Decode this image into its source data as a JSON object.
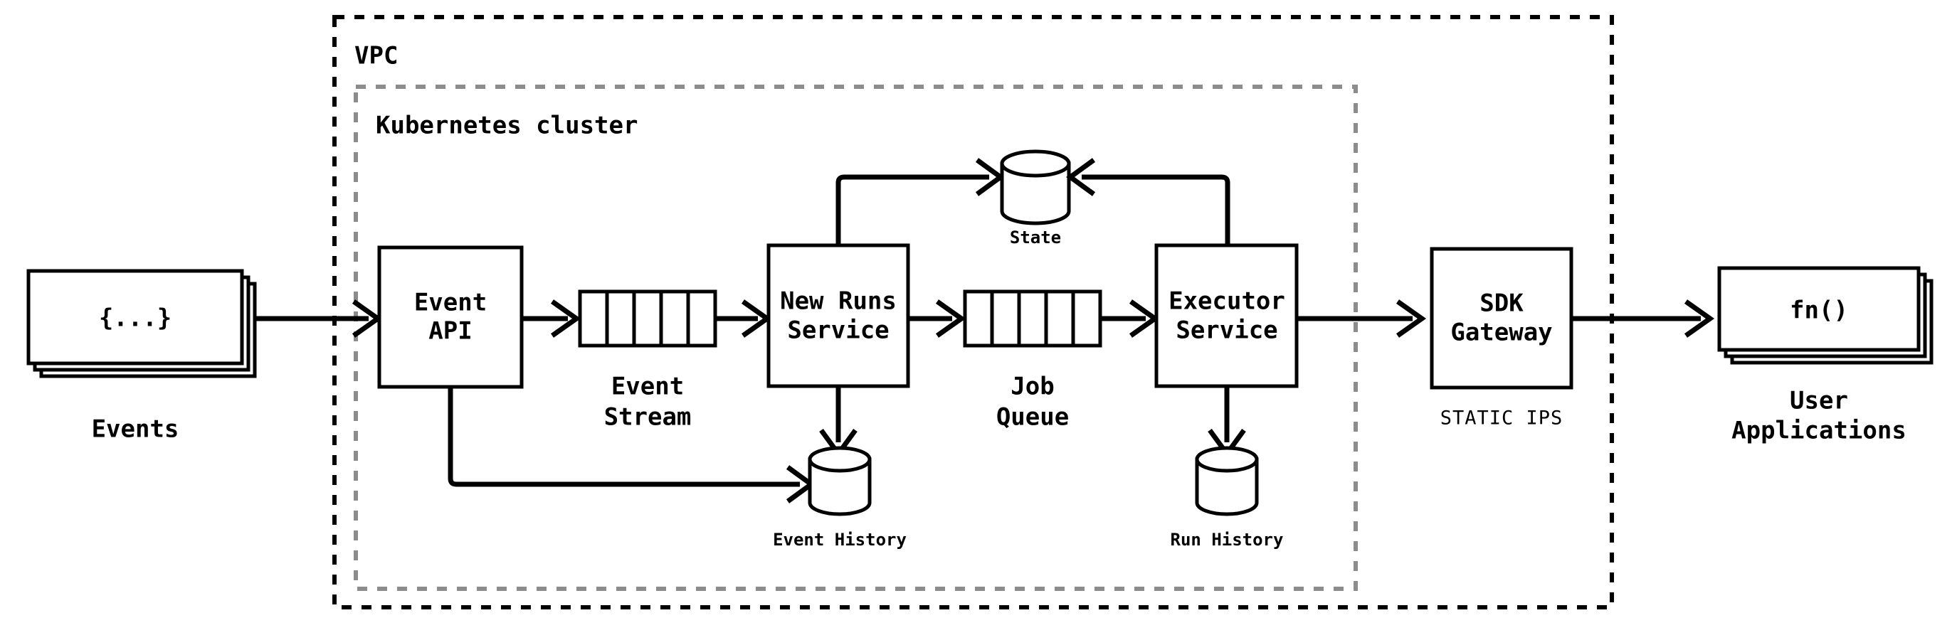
{
  "diagram": {
    "title": "Event-driven durable execution architecture",
    "zones": [
      {
        "id": "vpc",
        "label": "VPC",
        "border_color": "#000000",
        "border_style": "dashed"
      },
      {
        "id": "k8s",
        "label": "Kubernetes cluster",
        "border_color": "#8c8c8c",
        "border_style": "dashed"
      }
    ],
    "nodes": [
      {
        "id": "events",
        "shape": "stacked-rect",
        "label": "{...}",
        "caption": "Events"
      },
      {
        "id": "event-api",
        "shape": "rect",
        "label": "Event\nAPI",
        "line1": "Event",
        "line2": "API",
        "caption": ""
      },
      {
        "id": "event-stream",
        "shape": "queue",
        "label": "",
        "caption_line1": "Event",
        "caption_line2": "Stream",
        "cells": 5
      },
      {
        "id": "new-runs",
        "shape": "rect",
        "label": "New Runs\nService",
        "line1": "New Runs",
        "line2": "Service",
        "caption": ""
      },
      {
        "id": "job-queue",
        "shape": "queue",
        "label": "",
        "caption_line1": "Job",
        "caption_line2": "Queue",
        "cells": 5
      },
      {
        "id": "executor",
        "shape": "rect",
        "label": "Executor\nService",
        "line1": "Executor",
        "line2": "Service",
        "caption": ""
      },
      {
        "id": "sdk-gateway",
        "shape": "rect",
        "label": "SDK\nGateway",
        "line1": "SDK",
        "line2": "Gateway",
        "caption": "STATIC IPS"
      },
      {
        "id": "user-apps",
        "shape": "stacked-rect",
        "label": "fn()",
        "caption_line1": "User",
        "caption_line2": "Applications"
      },
      {
        "id": "state",
        "shape": "cylinder",
        "label": "",
        "caption": "State"
      },
      {
        "id": "event-history",
        "shape": "cylinder",
        "label": "",
        "caption": "Event History"
      },
      {
        "id": "run-history",
        "shape": "cylinder",
        "label": "",
        "caption": "Run History"
      }
    ],
    "edges": [
      {
        "from": "events",
        "to": "event-api",
        "style": "solid",
        "arrow": true
      },
      {
        "from": "event-api",
        "to": "event-stream",
        "style": "solid",
        "arrow": true
      },
      {
        "from": "event-api",
        "to": "event-history",
        "style": "solid",
        "arrow": true
      },
      {
        "from": "event-stream",
        "to": "new-runs",
        "style": "solid",
        "arrow": true
      },
      {
        "from": "new-runs",
        "to": "state",
        "style": "solid",
        "arrow": true
      },
      {
        "from": "new-runs",
        "to": "job-queue",
        "style": "solid",
        "arrow": true
      },
      {
        "from": "new-runs",
        "to": "event-history",
        "style": "solid",
        "arrow": true
      },
      {
        "from": "job-queue",
        "to": "executor",
        "style": "solid",
        "arrow": true
      },
      {
        "from": "executor",
        "to": "state",
        "style": "solid",
        "arrow": true
      },
      {
        "from": "executor",
        "to": "run-history",
        "style": "solid",
        "arrow": true
      },
      {
        "from": "executor",
        "to": "sdk-gateway",
        "style": "solid",
        "arrow": true
      },
      {
        "from": "sdk-gateway",
        "to": "user-apps",
        "style": "solid",
        "arrow": true
      }
    ],
    "labels": {
      "vpc": "VPC",
      "k8s": "Kubernetes cluster",
      "events_payload": "{...}",
      "events_caption": "Events",
      "event_api_l1": "Event",
      "event_api_l2": "API",
      "event_stream_l1": "Event",
      "event_stream_l2": "Stream",
      "new_runs_l1": "New Runs",
      "new_runs_l2": "Service",
      "job_queue_l1": "Job",
      "job_queue_l2": "Queue",
      "executor_l1": "Executor",
      "executor_l2": "Service",
      "sdk_gateway_l1": "SDK",
      "sdk_gateway_l2": "Gateway",
      "sdk_gateway_sub": "STATIC IPS",
      "user_apps_payload": "fn()",
      "user_apps_l1": "User",
      "user_apps_l2": "Applications",
      "state": "State",
      "event_history": "Event History",
      "run_history": "Run History"
    },
    "colors": {
      "stroke": "#000000",
      "zone_vpc": "#000000",
      "zone_k8s": "#8c8c8c",
      "background": "#ffffff"
    }
  }
}
